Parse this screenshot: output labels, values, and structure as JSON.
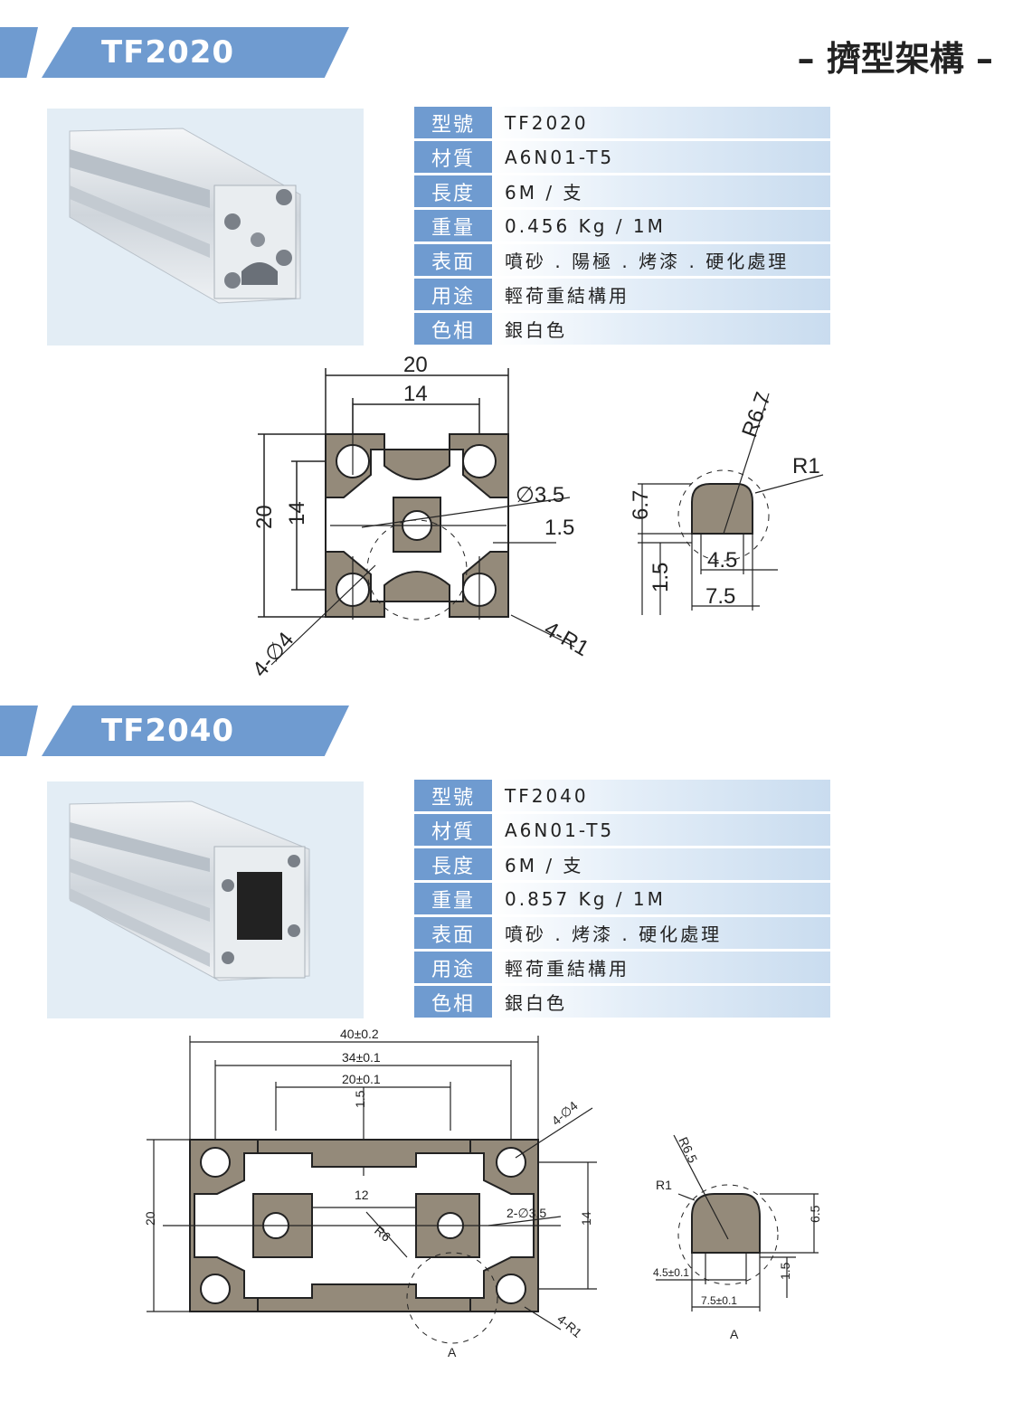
{
  "page": {
    "heading": "– 擠型架構 –"
  },
  "products": [
    {
      "banner_title": "TF2020",
      "specs": [
        {
          "label": "型號",
          "value": "TF2020"
        },
        {
          "label": "材質",
          "value": "A6N01-T5"
        },
        {
          "label": "長度",
          "value": "6M / 支"
        },
        {
          "label": "重量",
          "value": "0.456 Kg / 1M"
        },
        {
          "label": "表面",
          "value": "噴砂 . 陽極 . 烤漆 . 硬化處理"
        },
        {
          "label": "用途",
          "value": "輕荷重結構用"
        },
        {
          "label": "色相",
          "value": "銀白色"
        }
      ],
      "dims": {
        "width_20": "20",
        "width_14": "14",
        "height_20": "20",
        "height_14": "14",
        "hole_center": "∅3.5",
        "slot": "1.5",
        "holes": "4-∅4",
        "corner_r": "4-R1",
        "detail_r67": "R6.7",
        "detail_r1": "R1",
        "detail_67": "6.7",
        "detail_45": "4.5",
        "detail_15": "1.5",
        "detail_75": "7.5"
      }
    },
    {
      "banner_title": "TF2040",
      "specs": [
        {
          "label": "型號",
          "value": "TF2040"
        },
        {
          "label": "材質",
          "value": "A6N01-T5"
        },
        {
          "label": "長度",
          "value": "6M / 支"
        },
        {
          "label": "重量",
          "value": "0.857 Kg / 1M"
        },
        {
          "label": "表面",
          "value": "噴砂 . 烤漆 . 硬化處理"
        },
        {
          "label": "用途",
          "value": "輕荷重結構用"
        },
        {
          "label": "色相",
          "value": "銀白色"
        }
      ],
      "dims": {
        "w40": "40±0.2",
        "w34": "34±0.1",
        "w20": "20±0.1",
        "slot15": "1.5",
        "holes4": "4-∅4",
        "w12": "12",
        "holes2": "2-∅3.5",
        "r6": "R6",
        "h20": "20",
        "h14": "14",
        "corner_r": "4-R1",
        "view_a": "A",
        "detail_r65": "R6.5",
        "detail_r1": "R1",
        "detail_65": "6.5",
        "detail_45": "4.5±0.1",
        "detail_15": "1.5",
        "detail_75": "7.5±0.1",
        "detail_a": "A"
      }
    }
  ]
}
